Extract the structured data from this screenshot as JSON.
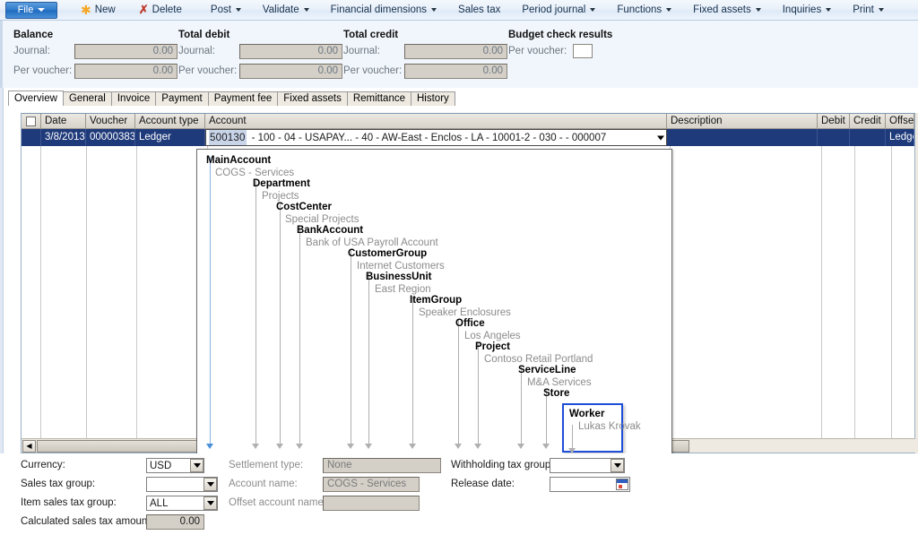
{
  "toolbar": {
    "file_label": "File",
    "items": [
      {
        "label": "New",
        "icon": "star-icon",
        "caret": false
      },
      {
        "label": "Delete",
        "icon": "x-icon",
        "caret": false
      },
      {
        "label": "Post",
        "icon": null,
        "caret": true
      },
      {
        "label": "Validate",
        "icon": null,
        "caret": true
      },
      {
        "label": "Financial dimensions",
        "icon": null,
        "caret": true
      },
      {
        "label": "Sales tax",
        "icon": null,
        "caret": false
      },
      {
        "label": "Period journal",
        "icon": null,
        "caret": true
      },
      {
        "label": "Functions",
        "icon": null,
        "caret": true
      },
      {
        "label": "Fixed assets",
        "icon": null,
        "caret": true
      },
      {
        "label": "Inquiries",
        "icon": null,
        "caret": true
      },
      {
        "label": "Print",
        "icon": null,
        "caret": true
      }
    ]
  },
  "totals": {
    "balance": {
      "title": "Balance",
      "journal_label": "Journal:",
      "journal_value": "0.00",
      "voucher_label": "Per voucher:",
      "voucher_value": "0.00"
    },
    "debit": {
      "title": "Total debit",
      "journal_label": "Journal:",
      "journal_value": "0.00",
      "voucher_label": "Per voucher:",
      "voucher_value": "0.00"
    },
    "credit": {
      "title": "Total credit",
      "journal_label": "Journal:",
      "journal_value": "0.00",
      "voucher_label": "Per voucher:",
      "voucher_value": "0.00"
    },
    "budget": {
      "title": "Budget check results",
      "voucher_label": "Per voucher:",
      "voucher_value": ""
    }
  },
  "tabs": [
    {
      "label": "Overview",
      "active": true
    },
    {
      "label": "General",
      "active": false
    },
    {
      "label": "Invoice",
      "active": false
    },
    {
      "label": "Payment",
      "active": false
    },
    {
      "label": "Payment fee",
      "active": false
    },
    {
      "label": "Fixed assets",
      "active": false
    },
    {
      "label": "Remittance",
      "active": false
    },
    {
      "label": "History",
      "active": false
    }
  ],
  "grid": {
    "columns": [
      "Date",
      "Voucher",
      "Account type",
      "Account",
      "Description",
      "Debit",
      "Credit",
      "Offset"
    ],
    "row": {
      "date": "3/8/2013",
      "voucher": "00000383",
      "account_type": "Ledger",
      "account_selected": "500130",
      "account_rest": "- 100 - 04 - USAPAY... - 40 - AW-East - Enclos    - LA - 10001-2 - 030 -      - 000007",
      "description": "",
      "debit": "",
      "credit": "",
      "offset": "Ledger"
    }
  },
  "segment_popup": {
    "segments": [
      {
        "name": "MainAccount",
        "value": "COGS - Services"
      },
      {
        "name": "Department",
        "value": "Projects"
      },
      {
        "name": "CostCenter",
        "value": "Special Projects"
      },
      {
        "name": "BankAccount",
        "value": "Bank of USA Payroll Account"
      },
      {
        "name": "CustomerGroup",
        "value": "Internet Customers"
      },
      {
        "name": "BusinessUnit",
        "value": "East Region"
      },
      {
        "name": "ItemGroup",
        "value": "Speaker Enclosures"
      },
      {
        "name": "Office",
        "value": "Los Angeles"
      },
      {
        "name": "Project",
        "value": "Contoso Retail Portland"
      },
      {
        "name": "ServiceLine",
        "value": "M&A Services"
      },
      {
        "name": "Store",
        "value": ""
      },
      {
        "name": "Worker",
        "value": "Lukas Krovak"
      }
    ],
    "highlight_color": "#1f4fd8",
    "active_color": "#4a90d9"
  },
  "bottom": {
    "currency_label": "Currency:",
    "currency_value": "USD",
    "sales_tax_group_label": "Sales tax group:",
    "sales_tax_group_value": "",
    "item_sales_tax_group_label": "Item sales tax group:",
    "item_sales_tax_group_value": "ALL",
    "calculated_sales_tax_label": "Calculated sales tax amount:",
    "calculated_sales_tax_value": "0.00",
    "settlement_type_label": "Settlement type:",
    "settlement_type_value": "None",
    "account_name_label": "Account name:",
    "account_name_value": "COGS - Services",
    "offset_account_name_label": "Offset account name:",
    "offset_account_name_value": "",
    "withholding_tax_group_label": "Withholding tax group:",
    "withholding_tax_group_value": "",
    "release_date_label": "Release date:",
    "release_date_value": ""
  }
}
